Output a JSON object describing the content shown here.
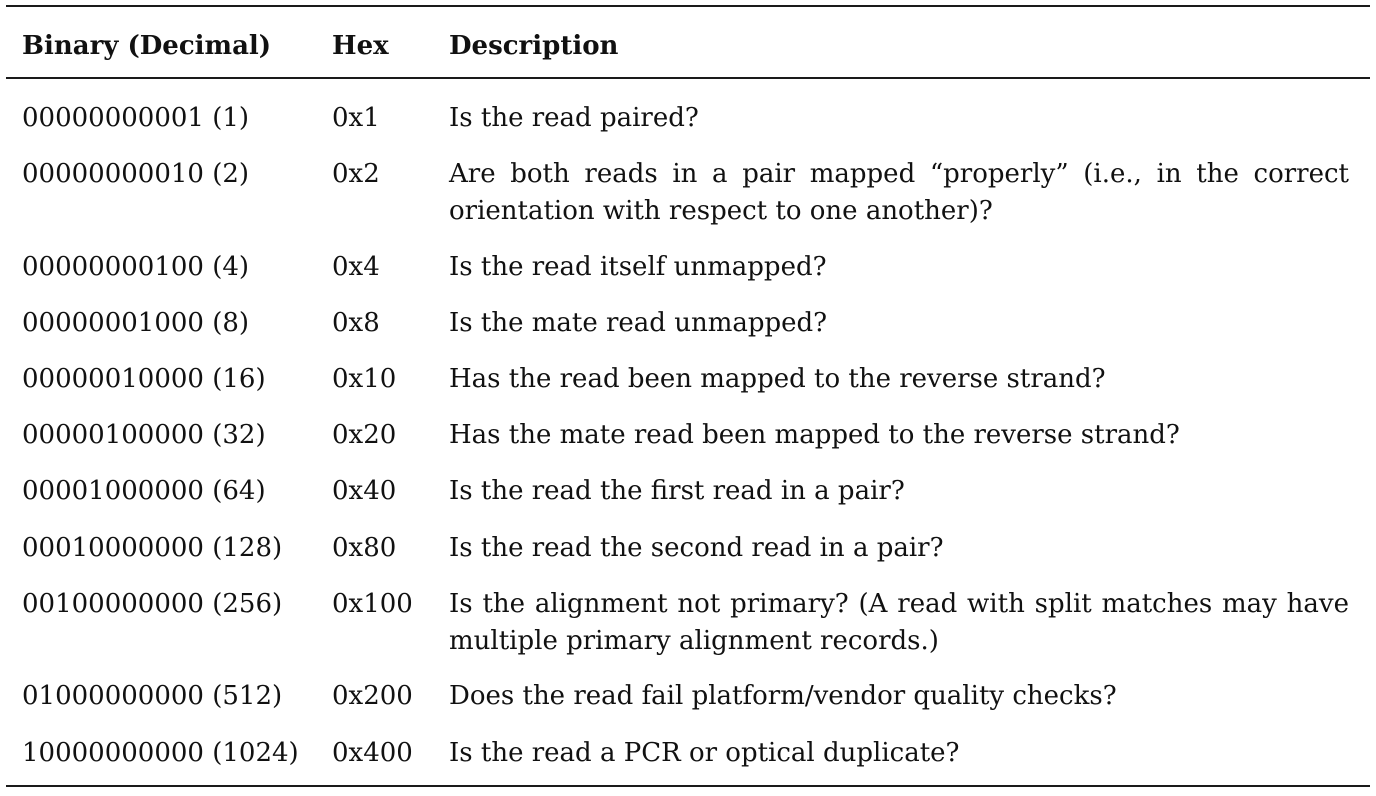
{
  "table": {
    "headers": {
      "binary": "Binary (Decimal)",
      "hex": "Hex",
      "description": "Description"
    },
    "rows": [
      {
        "binary": "00000000001 (1)",
        "hex": "0x1",
        "description": "Is the read paired?"
      },
      {
        "binary": "00000000010 (2)",
        "hex": "0x2",
        "description": "Are both reads in a pair mapped “properly” (i.e., in the correct orientation with respect to one another)?"
      },
      {
        "binary": "00000000100 (4)",
        "hex": "0x4",
        "description": "Is the read itself unmapped?"
      },
      {
        "binary": "00000001000 (8)",
        "hex": "0x8",
        "description": "Is the mate read unmapped?"
      },
      {
        "binary": "00000010000 (16)",
        "hex": "0x10",
        "description": "Has the read been mapped to the reverse strand?"
      },
      {
        "binary": "00000100000 (32)",
        "hex": "0x20",
        "description": "Has the mate read been mapped to the reverse strand?"
      },
      {
        "binary": "00001000000 (64)",
        "hex": "0x40",
        "description": "Is the read the first read in a pair?"
      },
      {
        "binary": "00010000000 (128)",
        "hex": "0x80",
        "description": "Is the read the second read in a pair?"
      },
      {
        "binary": "00100000000 (256)",
        "hex": "0x100",
        "description": "Is the alignment not primary? (A read with split matches may have multiple primary alignment records.)"
      },
      {
        "binary": "01000000000 (512)",
        "hex": "0x200",
        "description": "Does the read fail platform/vendor quality checks?"
      },
      {
        "binary": "10000000000 (1024)",
        "hex": "0x400",
        "description": "Is the read a PCR or optical duplicate?"
      }
    ]
  }
}
